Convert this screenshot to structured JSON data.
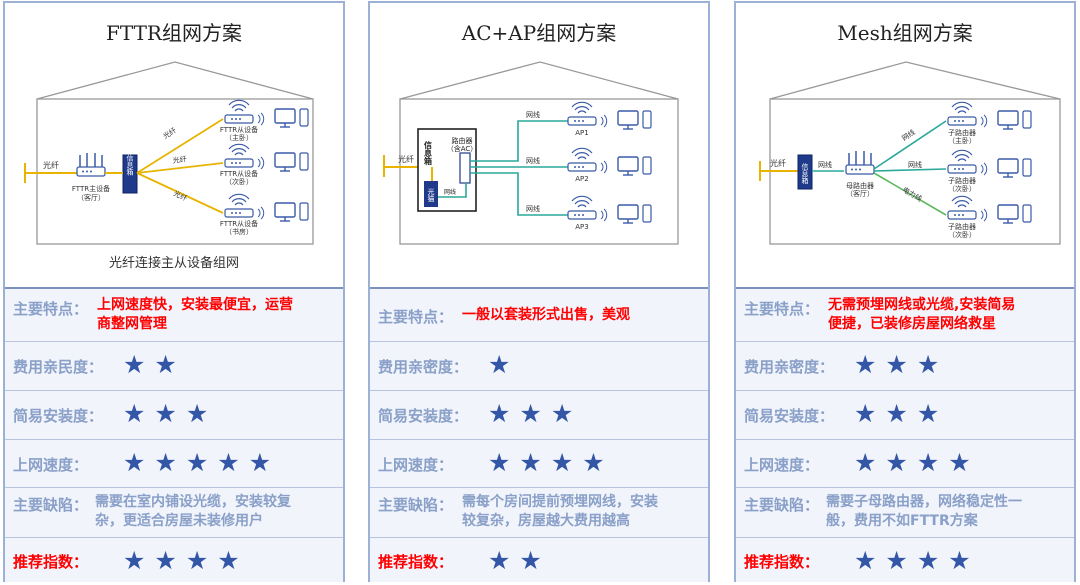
{
  "panels": [
    {
      "title": "FTTR组网方案",
      "caption": "光纤连接主从设备组网",
      "diagram": {
        "fiber_label": "光纤",
        "main_device": [
          "FTTR主设备",
          "（客厅）"
        ],
        "box_label": "信息箱",
        "link_labels": [
          "光纤",
          "光纤",
          "光纤"
        ],
        "nodes": [
          [
            "FTTR从设备",
            "（主卧）"
          ],
          [
            "FTTR从设备",
            "（次卧）"
          ],
          [
            "FTTR从设备",
            "（书房）"
          ]
        ]
      },
      "features_label": "主要特点：",
      "features": [
        "上网速度快，安装最便宜，运营",
        "商整网管理"
      ],
      "cost_label": "费用亲民度：",
      "cost_stars": "★★",
      "ease_label": "简易安装度：",
      "ease_stars": "★★★",
      "speed_label": "上网速度：",
      "speed_stars": "★★★★★",
      "drawback_label": "主要缺陷：",
      "drawbacks": [
        "需要在室内铺设光缆，安装较复",
        "杂，更适合房屋未装修用户"
      ],
      "rec_label": "推荐指数：",
      "rec_stars": "★★★★"
    },
    {
      "title": "AC+AP组网方案",
      "caption": "",
      "diagram": {
        "fiber_label": "光纤",
        "box_label": "信息箱",
        "router_label": [
          "路由器",
          "（含AC）"
        ],
        "modem_label": "光猫",
        "inner_link": "网线",
        "link_labels": [
          "网线",
          "网线",
          "网线"
        ],
        "nodes": [
          [
            "AP1"
          ],
          [
            "AP2"
          ],
          [
            "AP3"
          ]
        ]
      },
      "features_label": "主要特点：",
      "features": [
        "一般以套装形式出售，美观"
      ],
      "cost_label": "费用亲密度：",
      "cost_stars": "★",
      "ease_label": "简易安装度：",
      "ease_stars": "★★★",
      "speed_label": "上网速度：",
      "speed_stars": "★★★★",
      "drawback_label": "主要缺陷：",
      "drawbacks": [
        "需每个房间提前预埋网线，安装",
        "较复杂，房屋越大费用越高"
      ],
      "rec_label": "推荐指数：",
      "rec_stars": "★★"
    },
    {
      "title": "Mesh组网方案",
      "caption": "",
      "diagram": {
        "fiber_label": "光纤",
        "box_label": "信息箱",
        "cable_label": "网线",
        "main_device": [
          "母路由器",
          "（客厅）"
        ],
        "link_labels": [
          "网线",
          "网线",
          "电力线"
        ],
        "nodes": [
          [
            "子路由器",
            "（主卧）"
          ],
          [
            "子路由器",
            "（次卧）"
          ],
          [
            "子路由器",
            "（次卧）"
          ]
        ]
      },
      "features_label": "主要特点：",
      "features": [
        "无需预埋网线或光缆,安装简易",
        "便捷，已装修房屋网络救星"
      ],
      "cost_label": "费用亲密度：",
      "cost_stars": "★★★",
      "ease_label": "简易安装度：",
      "ease_stars": "★★★",
      "speed_label": "上网速度：",
      "speed_stars": "★★★★",
      "drawback_label": "主要缺陷：",
      "drawbacks": [
        "需要子母路由器，网络稳定性一",
        "般，费用不如FTTR方案"
      ],
      "rec_label": "推荐指数：",
      "rec_stars": "★★★★"
    }
  ],
  "colors": {
    "fiber": "#e8b400",
    "ethernet": "#2aa89a",
    "powerline": "#5cb85c",
    "star": "#3356a6",
    "accent": "#ff0000",
    "muted": "#8aa0c8",
    "border": "#9db0d6"
  }
}
